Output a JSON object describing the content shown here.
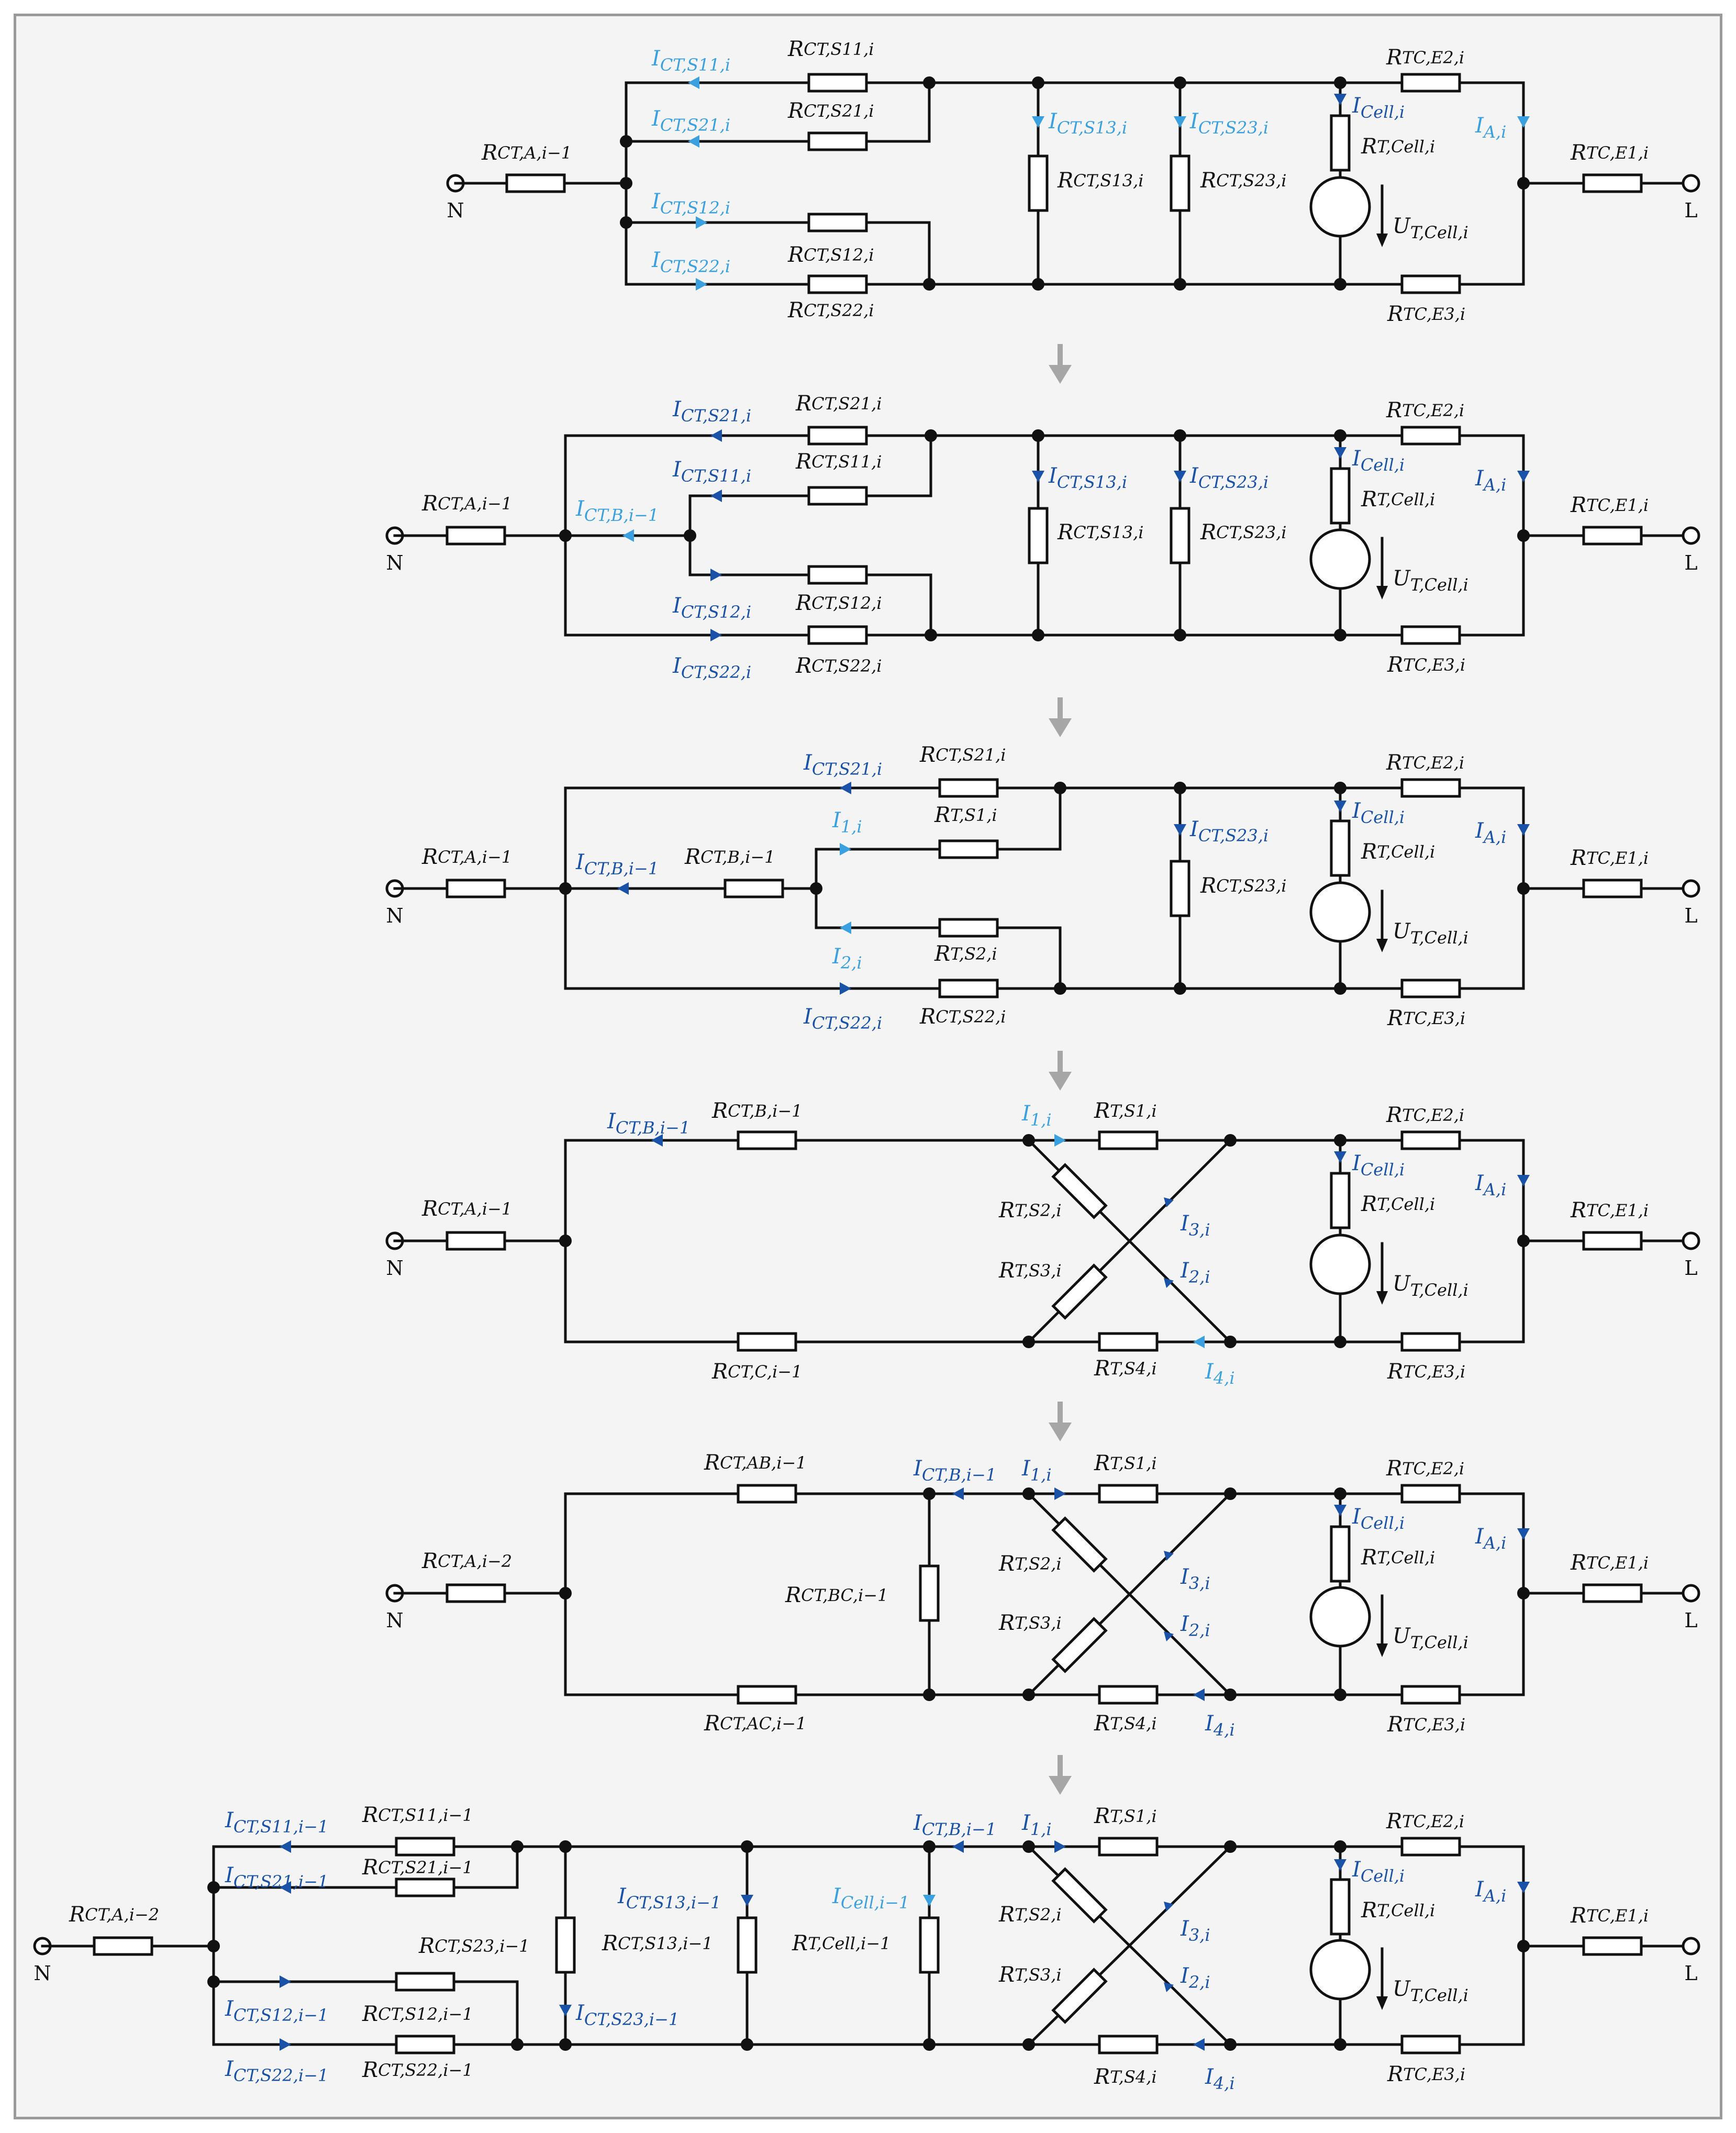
{
  "terminals": {
    "left": "N",
    "right": "L"
  },
  "colors": {
    "wire": "#111111",
    "current_dark": "#1a52a8",
    "current_light": "#3aa0e0",
    "flow_arrow": "#a6a6a6"
  },
  "panels": [
    {
      "id": "p1",
      "labels": [
        {
          "t": "R",
          "s": "CT,A,i−1",
          "c": "k"
        },
        {
          "t": "I",
          "s": "CT,S11,i",
          "c": "lb"
        },
        {
          "t": "R",
          "s": "CT,S11,i",
          "c": "k"
        },
        {
          "t": "I",
          "s": "CT,S21,i",
          "c": "lb"
        },
        {
          "t": "R",
          "s": "CT,S21,i",
          "c": "k"
        },
        {
          "t": "I",
          "s": "CT,S12,i",
          "c": "lb"
        },
        {
          "t": "R",
          "s": "CT,S12,i",
          "c": "k"
        },
        {
          "t": "I",
          "s": "CT,S22,i",
          "c": "lb"
        },
        {
          "t": "R",
          "s": "CT,S22,i",
          "c": "k"
        },
        {
          "t": "I",
          "s": "CT,S13,i",
          "c": "lb"
        },
        {
          "t": "R",
          "s": "CT,S13,i",
          "c": "k"
        },
        {
          "t": "I",
          "s": "CT,S23,i",
          "c": "lb"
        },
        {
          "t": "R",
          "s": "CT,S23,i",
          "c": "k"
        },
        {
          "t": "I",
          "s": "Cell,i",
          "c": "db"
        },
        {
          "t": "R",
          "s": "T,Cell,i",
          "c": "k"
        },
        {
          "t": "U",
          "s": "T,Cell,i",
          "c": "k"
        },
        {
          "t": "R",
          "s": "TC,E2,i",
          "c": "k"
        },
        {
          "t": "I",
          "s": "A,i",
          "c": "lb"
        },
        {
          "t": "R",
          "s": "TC,E1,i",
          "c": "k"
        },
        {
          "t": "R",
          "s": "TC,E3,i",
          "c": "k"
        }
      ]
    },
    {
      "id": "p2",
      "labels": [
        {
          "t": "R",
          "s": "CT,A,i−1",
          "c": "k"
        },
        {
          "t": "I",
          "s": "CT,S21,i",
          "c": "db"
        },
        {
          "t": "R",
          "s": "CT,S21,i",
          "c": "k"
        },
        {
          "t": "I",
          "s": "CT,S11,i",
          "c": "db"
        },
        {
          "t": "R",
          "s": "CT,S11,i",
          "c": "k"
        },
        {
          "t": "I",
          "s": "CT,B,i−1",
          "c": "lb"
        },
        {
          "t": "I",
          "s": "CT,S12,i",
          "c": "db"
        },
        {
          "t": "R",
          "s": "CT,S12,i",
          "c": "k"
        },
        {
          "t": "I",
          "s": "CT,S22,i",
          "c": "db"
        },
        {
          "t": "R",
          "s": "CT,S22,i",
          "c": "k"
        },
        {
          "t": "I",
          "s": "CT,S13,i",
          "c": "db"
        },
        {
          "t": "R",
          "s": "CT,S13,i",
          "c": "k"
        },
        {
          "t": "I",
          "s": "CT,S23,i",
          "c": "db"
        },
        {
          "t": "R",
          "s": "CT,S23,i",
          "c": "k"
        },
        {
          "t": "I",
          "s": "Cell,i",
          "c": "db"
        },
        {
          "t": "R",
          "s": "T,Cell,i",
          "c": "k"
        },
        {
          "t": "U",
          "s": "T,Cell,i",
          "c": "k"
        },
        {
          "t": "R",
          "s": "TC,E2,i",
          "c": "k"
        },
        {
          "t": "I",
          "s": "A,i",
          "c": "db"
        },
        {
          "t": "R",
          "s": "TC,E1,i",
          "c": "k"
        },
        {
          "t": "R",
          "s": "TC,E3,i",
          "c": "k"
        }
      ]
    },
    {
      "id": "p3",
      "labels": [
        {
          "t": "R",
          "s": "CT,A,i−1",
          "c": "k"
        },
        {
          "t": "I",
          "s": "CT,B,i−1",
          "c": "db"
        },
        {
          "t": "R",
          "s": "CT,B,i−1",
          "c": "k"
        },
        {
          "t": "I",
          "s": "CT,S21,i",
          "c": "db"
        },
        {
          "t": "R",
          "s": "CT,S21,i",
          "c": "k"
        },
        {
          "t": "I",
          "s": "1,i",
          "c": "lb"
        },
        {
          "t": "R",
          "s": "T,S1,i",
          "c": "k"
        },
        {
          "t": "I",
          "s": "2,i",
          "c": "lb"
        },
        {
          "t": "R",
          "s": "T,S2,i",
          "c": "k"
        },
        {
          "t": "I",
          "s": "CT,S22,i",
          "c": "db"
        },
        {
          "t": "R",
          "s": "CT,S22,i",
          "c": "k"
        },
        {
          "t": "I",
          "s": "CT,S23,i",
          "c": "db"
        },
        {
          "t": "R",
          "s": "CT,S23,i",
          "c": "k"
        },
        {
          "t": "I",
          "s": "Cell,i",
          "c": "db"
        },
        {
          "t": "R",
          "s": "T,Cell,i",
          "c": "k"
        },
        {
          "t": "U",
          "s": "T,Cell,i",
          "c": "k"
        },
        {
          "t": "R",
          "s": "TC,E2,i",
          "c": "k"
        },
        {
          "t": "I",
          "s": "A,i",
          "c": "db"
        },
        {
          "t": "R",
          "s": "TC,E1,i",
          "c": "k"
        },
        {
          "t": "R",
          "s": "TC,E3,i",
          "c": "k"
        }
      ]
    },
    {
      "id": "p4",
      "labels": [
        {
          "t": "R",
          "s": "CT,A,i−1",
          "c": "k"
        },
        {
          "t": "I",
          "s": "CT,B,i−1",
          "c": "db"
        },
        {
          "t": "R",
          "s": "CT,B,i−1",
          "c": "k"
        },
        {
          "t": "R",
          "s": "CT,C,i−1",
          "c": "k"
        },
        {
          "t": "I",
          "s": "1,i",
          "c": "lb"
        },
        {
          "t": "R",
          "s": "T,S1,i",
          "c": "k"
        },
        {
          "t": "R",
          "s": "T,S2,i",
          "c": "k"
        },
        {
          "t": "I",
          "s": "3,i",
          "c": "db"
        },
        {
          "t": "R",
          "s": "T,S3,i",
          "c": "k"
        },
        {
          "t": "I",
          "s": "2,i",
          "c": "db"
        },
        {
          "t": "R",
          "s": "T,S4,i",
          "c": "k"
        },
        {
          "t": "I",
          "s": "4,i",
          "c": "lb"
        },
        {
          "t": "I",
          "s": "Cell,i",
          "c": "db"
        },
        {
          "t": "R",
          "s": "T,Cell,i",
          "c": "k"
        },
        {
          "t": "U",
          "s": "T,Cell,i",
          "c": "k"
        },
        {
          "t": "R",
          "s": "TC,E2,i",
          "c": "k"
        },
        {
          "t": "I",
          "s": "A,i",
          "c": "db"
        },
        {
          "t": "R",
          "s": "TC,E1,i",
          "c": "k"
        },
        {
          "t": "R",
          "s": "TC,E3,i",
          "c": "k"
        }
      ]
    },
    {
      "id": "p5",
      "labels": [
        {
          "t": "R",
          "s": "CT,A,i−2",
          "c": "k"
        },
        {
          "t": "R",
          "s": "CT,AB,i−1",
          "c": "k"
        },
        {
          "t": "R",
          "s": "CT,BC,i−1",
          "c": "k"
        },
        {
          "t": "R",
          "s": "CT,AC,i−1",
          "c": "k"
        },
        {
          "t": "I",
          "s": "CT,B,i−1",
          "c": "db"
        },
        {
          "t": "I",
          "s": "1,i",
          "c": "db"
        },
        {
          "t": "R",
          "s": "T,S1,i",
          "c": "k"
        },
        {
          "t": "R",
          "s": "T,S2,i",
          "c": "k"
        },
        {
          "t": "I",
          "s": "3,i",
          "c": "db"
        },
        {
          "t": "R",
          "s": "T,S3,i",
          "c": "k"
        },
        {
          "t": "I",
          "s": "2,i",
          "c": "db"
        },
        {
          "t": "R",
          "s": "T,S4,i",
          "c": "k"
        },
        {
          "t": "I",
          "s": "4,i",
          "c": "db"
        },
        {
          "t": "I",
          "s": "Cell,i",
          "c": "db"
        },
        {
          "t": "R",
          "s": "T,Cell,i",
          "c": "k"
        },
        {
          "t": "U",
          "s": "T,Cell,i",
          "c": "k"
        },
        {
          "t": "R",
          "s": "TC,E2,i",
          "c": "k"
        },
        {
          "t": "I",
          "s": "A,i",
          "c": "db"
        },
        {
          "t": "R",
          "s": "TC,E1,i",
          "c": "k"
        },
        {
          "t": "R",
          "s": "TC,E3,i",
          "c": "k"
        }
      ]
    },
    {
      "id": "p6",
      "labels": [
        {
          "t": "R",
          "s": "CT,A,i−2",
          "c": "k"
        },
        {
          "t": "I",
          "s": "CT,S11,i−1",
          "c": "db"
        },
        {
          "t": "R",
          "s": "CT,S11,i−1",
          "c": "k"
        },
        {
          "t": "I",
          "s": "CT,S21,i−1",
          "c": "db"
        },
        {
          "t": "R",
          "s": "CT,S21,i−1",
          "c": "k"
        },
        {
          "t": "I",
          "s": "CT,S12,i−1",
          "c": "db"
        },
        {
          "t": "R",
          "s": "CT,S12,i−1",
          "c": "k"
        },
        {
          "t": "I",
          "s": "CT,S22,i−1",
          "c": "db"
        },
        {
          "t": "R",
          "s": "CT,S22,i−1",
          "c": "k"
        },
        {
          "t": "R",
          "s": "CT,S23,i−1",
          "c": "k"
        },
        {
          "t": "I",
          "s": "CT,S23,i−1",
          "c": "db"
        },
        {
          "t": "I",
          "s": "CT,S13,i−1",
          "c": "db"
        },
        {
          "t": "R",
          "s": "CT,S13,i−1",
          "c": "k"
        },
        {
          "t": "I",
          "s": "Cell,i−1",
          "c": "lb"
        },
        {
          "t": "R",
          "s": "T,Cell,i−1",
          "c": "k"
        },
        {
          "t": "I",
          "s": "CT,B,i−1",
          "c": "db"
        },
        {
          "t": "I",
          "s": "1,i",
          "c": "db"
        },
        {
          "t": "R",
          "s": "T,S1,i",
          "c": "k"
        },
        {
          "t": "R",
          "s": "T,S2,i",
          "c": "k"
        },
        {
          "t": "I",
          "s": "3,i",
          "c": "db"
        },
        {
          "t": "R",
          "s": "T,S3,i",
          "c": "k"
        },
        {
          "t": "I",
          "s": "2,i",
          "c": "db"
        },
        {
          "t": "R",
          "s": "T,S4,i",
          "c": "k"
        },
        {
          "t": "I",
          "s": "4,i",
          "c": "db"
        },
        {
          "t": "I",
          "s": "Cell,i",
          "c": "db"
        },
        {
          "t": "R",
          "s": "T,Cell,i",
          "c": "k"
        },
        {
          "t": "U",
          "s": "T,Cell,i",
          "c": "k"
        },
        {
          "t": "R",
          "s": "TC,E2,i",
          "c": "k"
        },
        {
          "t": "I",
          "s": "A,i",
          "c": "db"
        },
        {
          "t": "R",
          "s": "TC,E1,i",
          "c": "k"
        },
        {
          "t": "R",
          "s": "TC,E3,i",
          "c": "k"
        }
      ]
    }
  ]
}
